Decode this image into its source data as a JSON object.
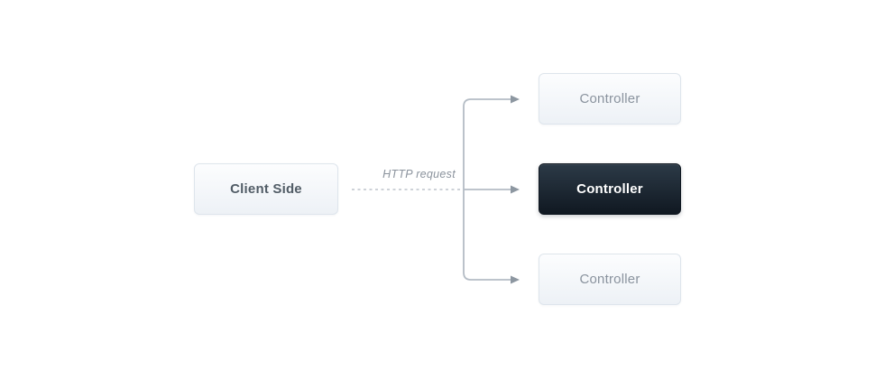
{
  "diagram": {
    "client_label": "Client Side",
    "request_label": "HTTP request",
    "controllers": [
      {
        "label": "Controller",
        "state": "default"
      },
      {
        "label": "Controller",
        "state": "active"
      },
      {
        "label": "Controller",
        "state": "default"
      }
    ]
  },
  "colors": {
    "background": "#ffffff",
    "connector": "#b4bcc5",
    "connector_dashed": "#bdc4cb",
    "arrowhead": "#8d97a1",
    "box_bg_top": "#fcfdfe",
    "box_bg_bottom": "#edf1f6",
    "box_border": "#dee5ec",
    "box_text": "#8a939e",
    "client_text": "#515c66",
    "active_bg_top": "#2c3a47",
    "active_bg_bottom": "#101821",
    "active_text": "#ffffff",
    "label_text": "#8b939d"
  }
}
